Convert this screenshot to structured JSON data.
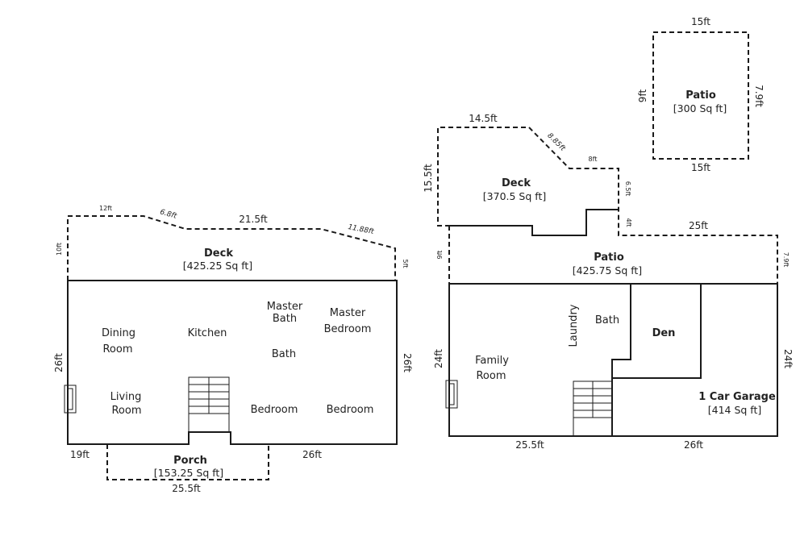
{
  "first_floor": {
    "deck": {
      "name": "Deck",
      "area": "[425.25 Sq ft]"
    },
    "porch": {
      "name": "Porch",
      "area": "[153.25 Sq ft]"
    },
    "rooms": {
      "dining": [
        "Dining",
        "Room"
      ],
      "kitchen": "Kitchen",
      "master_bath": [
        "Master",
        "Bath"
      ],
      "master_bedroom": [
        "Master",
        "Bedroom"
      ],
      "bath": "Bath",
      "living": [
        "Living",
        "Room"
      ],
      "bedroom_1": "Bedroom",
      "bedroom_2": "Bedroom"
    },
    "dims": {
      "deck_top_left": "12ft",
      "deck_angle_left": "6.8ft",
      "deck_top_mid": "21.5ft",
      "deck_angle_right": "11.88ft",
      "deck_left": "10ft",
      "deck_right": "5ft",
      "house_left": "26ft",
      "house_right": "26ft",
      "bottom_left": "19ft",
      "bottom_right": "26ft",
      "porch_bottom": "25.5ft"
    }
  },
  "second_floor": {
    "deck": {
      "name": "Deck",
      "area": "[370.5 Sq ft]"
    },
    "patio_top": {
      "name": "Patio",
      "area": "[300 Sq ft]"
    },
    "patio_mid": {
      "name": "Patio",
      "area": "[425.75 Sq ft]"
    },
    "garage": {
      "name": "1 Car Garage",
      "area": "[414 Sq ft]"
    },
    "rooms": {
      "family": [
        "Family",
        "Room"
      ],
      "laundry": "Laundry",
      "bath": "Bath",
      "den": "Den"
    },
    "dims": {
      "patio_top": "15ft",
      "patio_bottom": "15ft",
      "patio_left": "9ft",
      "patio_right": "7.9ft",
      "deck_top": "14.5ft",
      "deck_angle": "8.85ft",
      "deck_step": "8ft",
      "deck_left": "15.5ft",
      "deck_right": "6.5ft",
      "deck_notch": "4ft",
      "patio_run": "25ft",
      "house_left": "24ft",
      "house_right": "24ft",
      "bottom_left": "25.5ft",
      "bottom_right": "26ft"
    }
  }
}
